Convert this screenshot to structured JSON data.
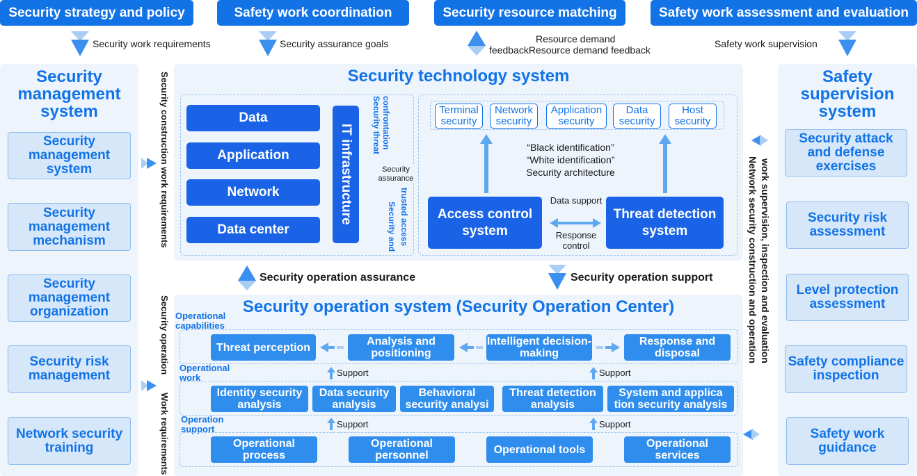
{
  "top": {
    "strategy": "Security strategy and policy",
    "coordination": "Safety work coordination",
    "resource": "Security resource matching",
    "assessment": "Safety work assessment and evaluation"
  },
  "top_flows": {
    "requirements": "Security work requirements",
    "goals": "Security assurance goals",
    "feedback_line1": "Resource demand",
    "feedback_line2": "feedbackResource demand feedback",
    "supervision": "Safety work supervision"
  },
  "left": {
    "title": "Security management system",
    "items": [
      "Security management system",
      "Security management mechanism",
      "Security management organization",
      "Security risk management",
      "Network security training"
    ],
    "flow_upper": "Security construction work requirements",
    "flow_lower_1": "Security operation",
    "flow_lower_2": "Work requirements"
  },
  "right": {
    "title": "Safety supervision system",
    "items": [
      "Security attack and defense exercises",
      "Security risk assessment",
      "Level protection assessment",
      "Safety compliance inspection",
      "Safety work guidance"
    ],
    "flow_1": "work supervision, inspection and evaluation",
    "flow_2": "Network security construction and operation"
  },
  "tech": {
    "title": "Security technology system",
    "layers": [
      "Data",
      "Application",
      "Network",
      "Data center"
    ],
    "it": "IT infrastructure",
    "mid_1": "confrontation",
    "mid_2": "Security threat",
    "mid_assurance": "Security assurance",
    "mid_3": "trusted access",
    "mid_4": "Security and",
    "security_types": [
      "Terminal security",
      "Network security",
      "Application security",
      "Data security",
      "Host security"
    ],
    "black": "“Black identification”",
    "white": "“White identification”",
    "arch": "Security architecture",
    "access": "Access control system",
    "threat": "Threat detection system",
    "data_support": "Data support",
    "response_control": "Response control"
  },
  "middle_flows": {
    "assurance": "Security operation assurance",
    "support": "Security operation support"
  },
  "soc": {
    "title": "Security operation system (Security Operation Center)",
    "cap_label": "Operational capabilities",
    "capabilities": [
      "Threat perception",
      "Analysis and positioning",
      "Intelligent decision-making",
      "Response and disposal"
    ],
    "work_label": "Operational work",
    "work": [
      "Identity security analysis",
      "Data security analysis",
      "Behavioral security analysi",
      "Threat detection analysis",
      "System and applica tion security analysis"
    ],
    "support_label": "Operation support",
    "support_items": [
      "Operational process",
      "Operational personnel",
      "Operational tools",
      "Operational services"
    ],
    "support_word": "Support"
  },
  "colors": {
    "primary": "#1273e6",
    "dark": "#1a63e6",
    "medium": "#2f8ded",
    "panel": "#edf4fc",
    "sidebox": "#d6e7fa",
    "arrow": "#5fa8f0"
  }
}
